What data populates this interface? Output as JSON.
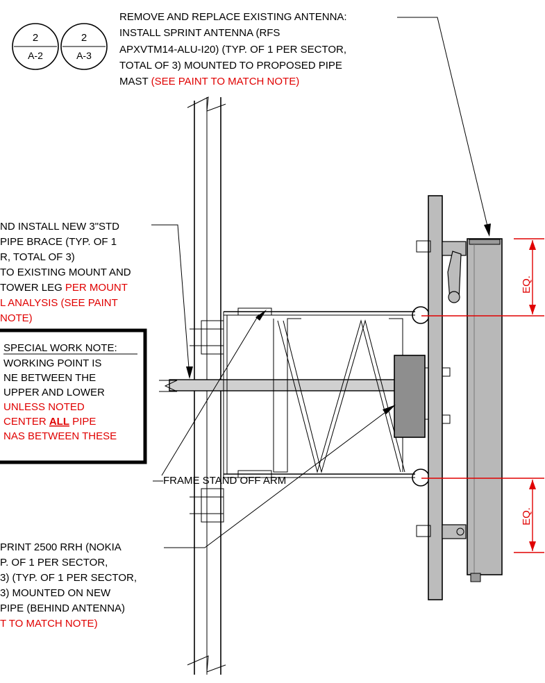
{
  "callout": {
    "left": {
      "num": "2",
      "sheet": "A-2"
    },
    "right": {
      "num": "2",
      "sheet": "A-3"
    }
  },
  "antenna_note": {
    "lines": [
      "REMOVE AND REPLACE EXISTING ANTENNA:",
      "INSTALL SPRINT ANTENNA (RFS",
      "APXVTM14-ALU-I20) (TYP. OF 1 PER SECTOR,",
      "TOTAL OF 3) MOUNTED TO PROPOSED PIPE"
    ],
    "last_black": "MAST ",
    "last_red": "(SEE PAINT TO MATCH NOTE)"
  },
  "brace_note": {
    "line1": "ND INSTALL NEW 3\"STD",
    "line2": "PIPE BRACE (TYP. OF 1",
    "line3": "R, TOTAL OF 3)",
    "line4": "TO EXISTING MOUNT AND",
    "line5_black": "TOWER LEG ",
    "line5_red": "PER MOUNT",
    "line6_red": "L ANALYSIS (SEE PAINT",
    "line7_red": "NOTE)"
  },
  "special_note": {
    "title": "SPECIAL WORK NOTE:",
    "line1": "WORKING POINT IS",
    "line2": "NE BETWEEN THE",
    "line3": "UPPER AND LOWER",
    "line4_red": "UNLESS NOTED",
    "line5_red_a": "CENTER ",
    "line5_red_b": "ALL",
    "line5_red_c": " PIPE",
    "line6_red": "NAS BETWEEN THESE"
  },
  "standoff_label": "—FRAME STAND OFF ARM",
  "rrh_note": {
    "line1": "PRINT 2500 RRH (NOKIA",
    "line2": "P. OF 1 PER SECTOR,",
    "line3": "3) (TYP. OF 1 PER SECTOR,",
    "line4": "3) MOUNTED ON NEW",
    "line5": "PIPE (BEHIND ANTENNA)",
    "line6_red": "T TO MATCH NOTE)"
  },
  "dims": {
    "top": "EQ.",
    "bottom": "EQ."
  },
  "colors": {
    "red": "#e00000",
    "antenna_fill": "#b8b8b8",
    "mast_fill": "#bcbcbc",
    "rrh_fill": "#8e8e8e"
  }
}
